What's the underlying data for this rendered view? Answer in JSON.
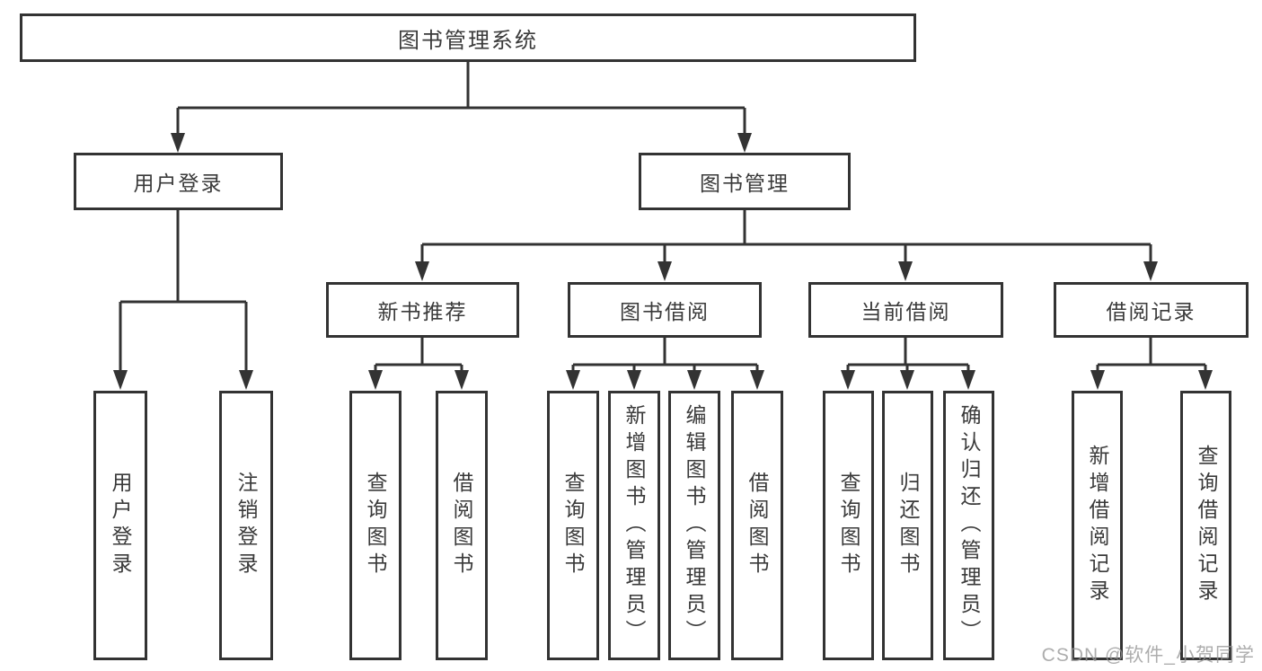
{
  "diagram": {
    "type": "hierarchy-tree",
    "root": {
      "label": "图书管理系统"
    },
    "level2": [
      {
        "label": "用户登录",
        "parent": "图书管理系统"
      },
      {
        "label": "图书管理",
        "parent": "图书管理系统"
      }
    ],
    "level3": [
      {
        "label": "新书推荐",
        "parent": "图书管理"
      },
      {
        "label": "图书借阅",
        "parent": "图书管理"
      },
      {
        "label": "当前借阅",
        "parent": "图书管理"
      },
      {
        "label": "借阅记录",
        "parent": "图书管理"
      }
    ],
    "leaves": [
      {
        "label": "用户登录",
        "parent": "用户登录"
      },
      {
        "label": "注销登录",
        "parent": "用户登录"
      },
      {
        "label": "查询图书",
        "parent": "新书推荐"
      },
      {
        "label": "借阅图书",
        "parent": "新书推荐"
      },
      {
        "label": "查询图书",
        "parent": "图书借阅"
      },
      {
        "label": "新增图书（管理员）",
        "parent": "图书借阅"
      },
      {
        "label": "编辑图书（管理员）",
        "parent": "图书借阅"
      },
      {
        "label": "借阅图书",
        "parent": "图书借阅"
      },
      {
        "label": "查询图书",
        "parent": "当前借阅"
      },
      {
        "label": "归还图书",
        "parent": "当前借阅"
      },
      {
        "label": "确认归还（管理员）",
        "parent": "当前借阅"
      },
      {
        "label": "新增借阅记录",
        "parent": "借阅记录"
      },
      {
        "label": "查询借阅记录",
        "parent": "借阅记录"
      }
    ],
    "watermark": "CSDN @软件_小贺同学",
    "colors": {
      "line": "#333333",
      "box_border": "#333333",
      "box_fill": "#ffffff",
      "text": "#3a3a3a",
      "watermark": "#969696"
    }
  }
}
